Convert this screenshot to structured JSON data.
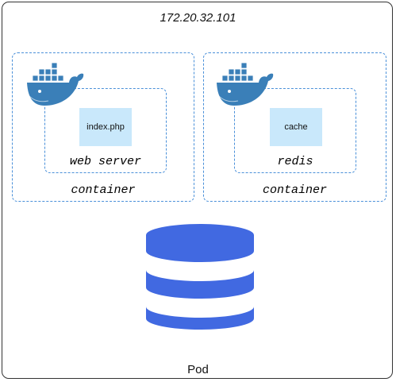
{
  "pod": {
    "ip": "172.20.32.101",
    "label": "Pod"
  },
  "containers": [
    {
      "service": "web server",
      "file": "index.php",
      "label": "container",
      "icon": "docker-whale-icon"
    },
    {
      "service": "redis",
      "file": "cache",
      "label": "container",
      "icon": "docker-whale-icon"
    }
  ],
  "storage": {
    "icon": "database-icon"
  },
  "colors": {
    "docker_blue": "#3a7fb8",
    "dashed_border": "#4a90d9",
    "file_fill": "#c9e8fb",
    "database_blue": "#4169e1"
  }
}
